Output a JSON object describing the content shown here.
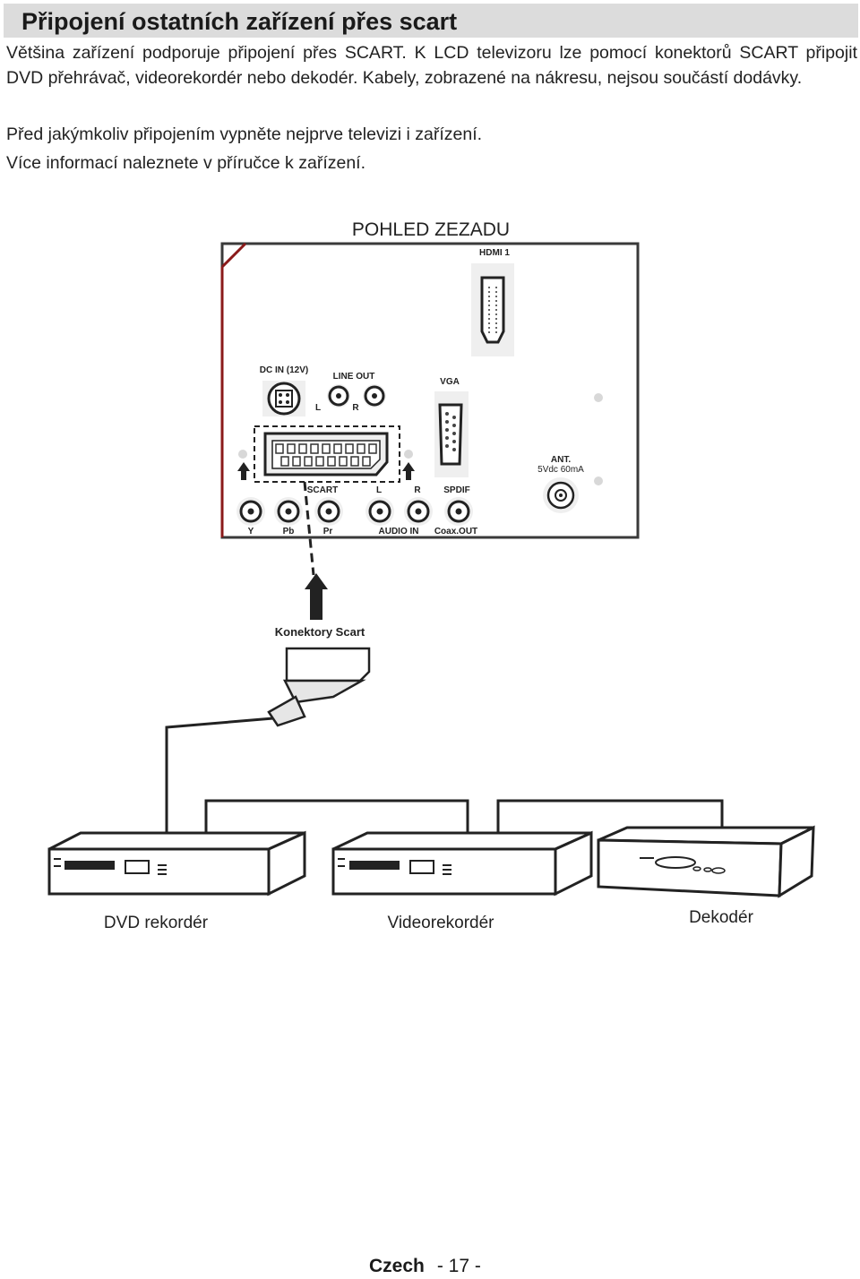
{
  "header": {
    "title": "Připojení ostatních zařízení přes scart"
  },
  "body": {
    "paragraph_1": "Většina zařízení podporuje připojení přes SCART. K LCD televizoru lze pomocí konektorů SCART připojit DVD přehrávač, videorekordér nebo dekodér. Kabely, zobrazené na nákresu, nejsou součástí dodávky.",
    "paragraph_2": "Před jakýmkoliv připojením vypněte nejprve televizi i zařízení.",
    "paragraph_3": "Více informací naleznete v příručce k zařízení."
  },
  "diagram": {
    "title": "POHLED ZEZADU",
    "hdmi_label": "HDMI 1",
    "dc_label": "DC IN (12V)",
    "line_out_label": "LINE OUT",
    "line_out_l": "L",
    "line_out_r": "R",
    "vga_label": "VGA",
    "ant_label": "ANT.",
    "ant_spec": "5Vdc 60mA",
    "scart_label": "SCART",
    "audio_l": "L",
    "audio_r": "R",
    "spdif_label": "SPDIF",
    "y_label": "Y",
    "pb_label": "Pb",
    "pr_label": "Pr",
    "audio_in_label": "AUDIO IN",
    "coax_label": "Coax.OUT",
    "connector_label": "Konektory Scart",
    "devices": [
      "DVD rekordér",
      "Videorekordér",
      "Dekodér"
    ]
  },
  "footer": {
    "language": "Czech",
    "page": "- 17 -"
  }
}
